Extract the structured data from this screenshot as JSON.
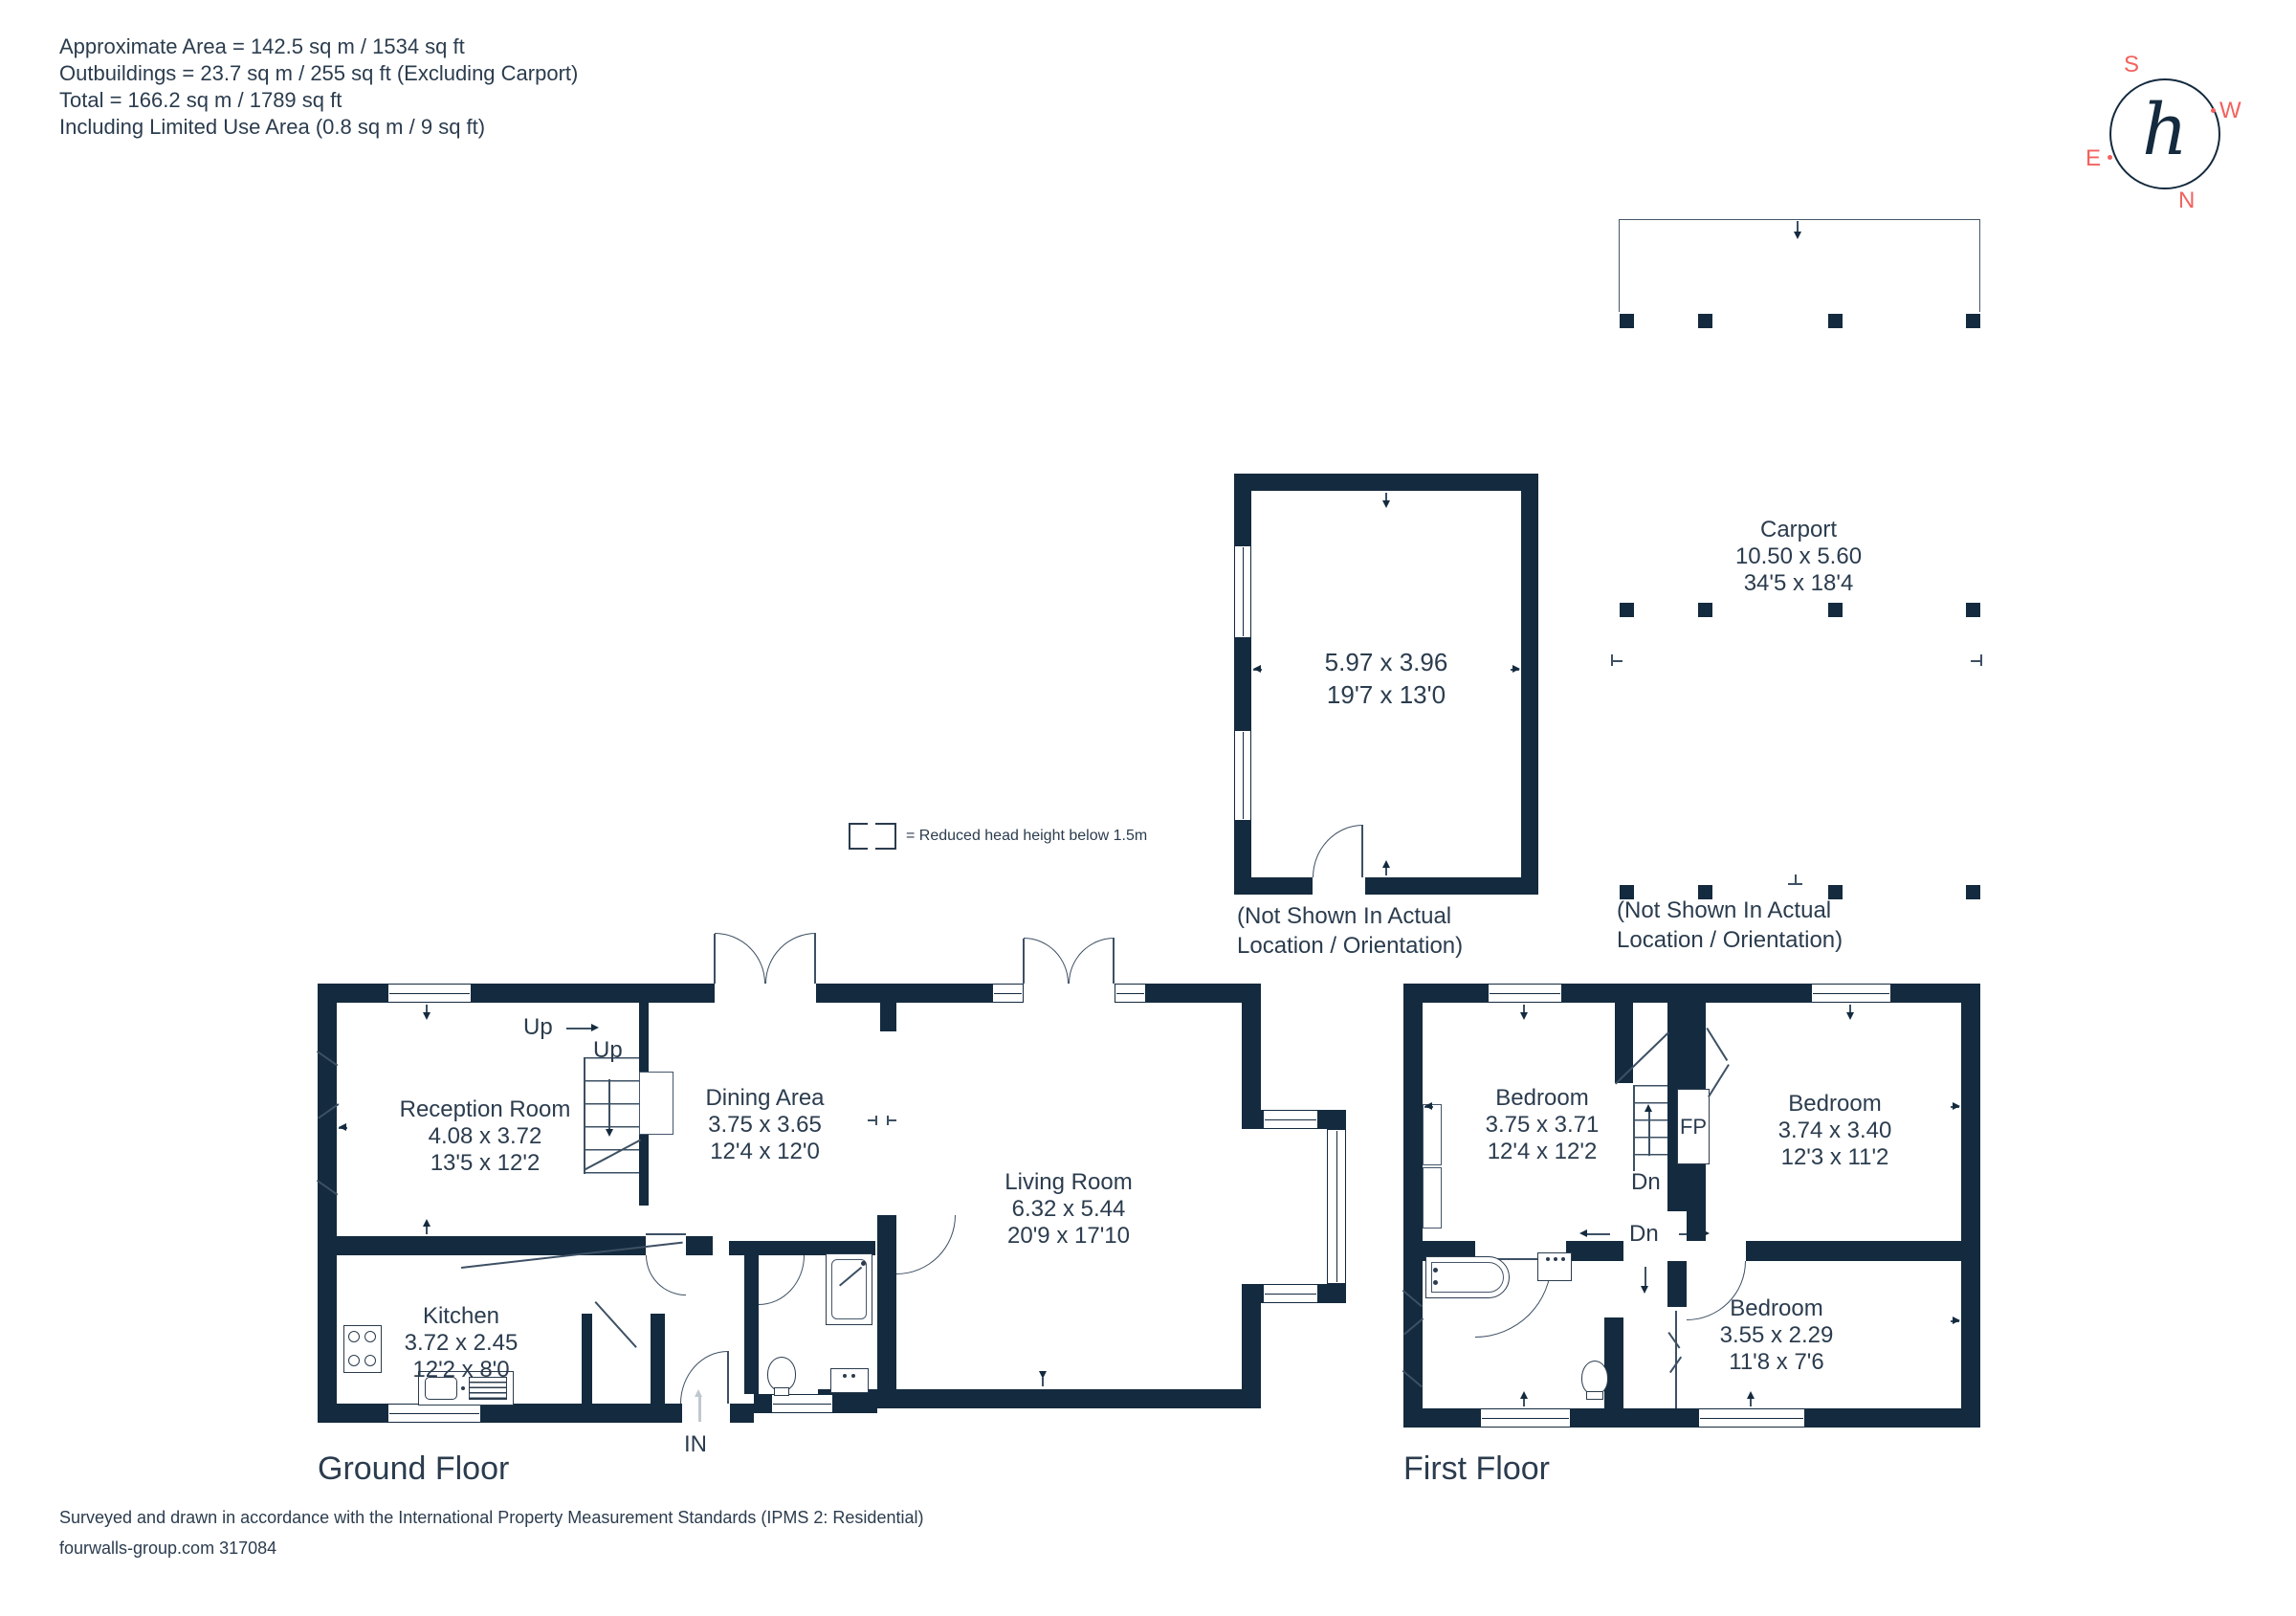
{
  "meta": {
    "area_lines": [
      "Approximate Area = 142.5 sq m / 1534 sq ft",
      "Outbuildings = 23.7 sq m / 255 sq ft (Excluding Carport)",
      "Total = 166.2 sq m / 1789 sq ft",
      "Including Limited Use Area (0.8 sq m / 9 sq ft)"
    ]
  },
  "compass": {
    "s": "S",
    "w": "W",
    "e": "E",
    "n": "N",
    "monogram": "h"
  },
  "legend": {
    "text": "= Reduced head height below 1.5m"
  },
  "carport": {
    "name": "Carport",
    "metric": "10.50 x 5.60",
    "imperial": "34'5 x 18'4",
    "note_line1": "(Not Shown In Actual",
    "note_line2": "Location / Orientation)"
  },
  "outbuilding": {
    "metric": "5.97 x 3.96",
    "imperial": "19'7 x 13'0",
    "note_line1": "(Not Shown In Actual",
    "note_line2": "Location / Orientation)"
  },
  "ground_floor": {
    "title": "Ground Floor",
    "reception": {
      "name": "Reception Room",
      "metric": "4.08 x 3.72",
      "imperial": "13'5 x 12'2"
    },
    "dining": {
      "name": "Dining Area",
      "metric": "3.75 x 3.65",
      "imperial": "12'4 x 12'0"
    },
    "living": {
      "name": "Living Room",
      "metric": "6.32 x 5.44",
      "imperial": "20'9 x 17'10"
    },
    "kitchen": {
      "name": "Kitchen",
      "metric": "3.72 x 2.45",
      "imperial": "12'2 x 8'0"
    },
    "stairs_up_1": "Up",
    "stairs_up_2": "Up",
    "entrance": "IN"
  },
  "first_floor": {
    "title": "First Floor",
    "bedroom1": {
      "name": "Bedroom",
      "metric": "3.75 x 3.71",
      "imperial": "12'4 x 12'2"
    },
    "bedroom2": {
      "name": "Bedroom",
      "metric": "3.74 x 3.40",
      "imperial": "12'3 x 11'2"
    },
    "bedroom3": {
      "name": "Bedroom",
      "metric": "3.55 x 2.29",
      "imperial": "11'8 x 7'6"
    },
    "fireplace": "FP",
    "stairs_dn_1": "Dn",
    "stairs_dn_2": "Dn"
  },
  "footer": {
    "line1": "Surveyed and drawn in accordance with the International Property Measurement Standards (IPMS 2: Residential)",
    "line2": "fourwalls-group.com 317084"
  },
  "colors": {
    "wall": "#142a3e",
    "text": "#2b3c4e",
    "accent": "#f2625d"
  }
}
